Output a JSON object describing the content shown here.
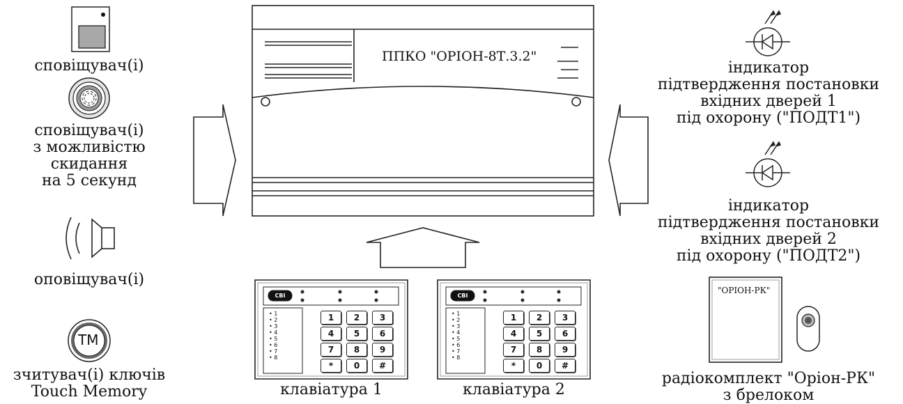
{
  "panel": {
    "title": "ППКО \"ОРІОН-8Т.3.2\""
  },
  "left": {
    "detector1": [
      "сповіщувач(і)"
    ],
    "detector2": [
      "сповіщувач(і)",
      "з можливістю",
      "скидання",
      "на 5 секунд"
    ],
    "siren": [
      "оповіщувач(і)"
    ],
    "tm_badge": "TM",
    "tm_reader": [
      "зчитувач(і) ключів",
      "Touch Memory"
    ]
  },
  "right": {
    "indicator1": [
      "індикатор",
      "підтвердження постановки",
      "вхідних дверей 1",
      "під охорону (\"ПОДТ1\")"
    ],
    "indicator2": [
      "індикатор",
      "підтвердження постановки",
      "вхідних дверей 2",
      "під охорону (\"ПОДТ2\")"
    ],
    "radio_box_label": "\"ОРІОН-РК\"",
    "radio_kit": [
      "радіокомплект \"Оріон-РК\"",
      "з брелоком"
    ]
  },
  "keypads": [
    {
      "label": "клавіатура 1"
    },
    {
      "label": "клавіатура 2"
    }
  ],
  "keypad": {
    "logo": "CBI",
    "keys": [
      "1",
      "2",
      "3",
      "4",
      "5",
      "6",
      "7",
      "8",
      "9",
      "*",
      "0",
      "#"
    ],
    "zones": [
      "1",
      "2",
      "3",
      "4",
      "5",
      "6",
      "7",
      "8"
    ]
  }
}
